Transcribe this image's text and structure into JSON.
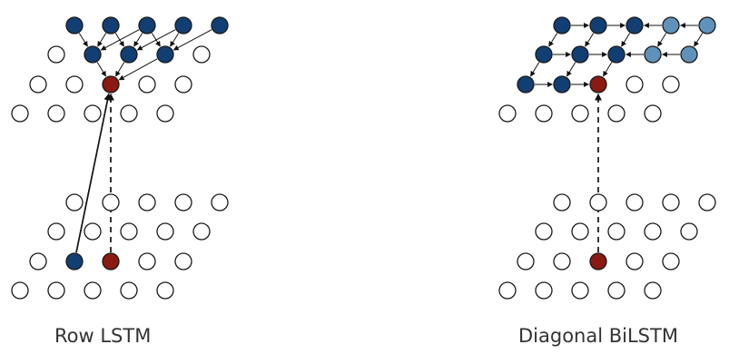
{
  "colors": {
    "background": "#ffffff",
    "node_outline": "#1a1a1a",
    "node_empty": "#ffffff",
    "context_dark_blue": "#123f73",
    "context_light_blue": "#5f92bb",
    "current_red": "#8a1a12",
    "arrow": "#111111",
    "caption_text": "#333333"
  },
  "panels": [
    {
      "id": "row-lstm",
      "caption": "Row LSTM",
      "top_grid": {
        "rows": [
          [
            "dark-blue",
            "dark-blue",
            "dark-blue",
            "dark-blue",
            "dark-blue"
          ],
          [
            "empty",
            "dark-blue",
            "dark-blue",
            "dark-blue",
            "empty"
          ],
          [
            "empty",
            "empty",
            "red",
            "empty",
            "empty"
          ],
          [
            "empty",
            "empty",
            "empty",
            "empty",
            "empty"
          ]
        ]
      },
      "bottom_grid": {
        "rows": [
          [
            "empty",
            "empty",
            "empty",
            "empty",
            "empty"
          ],
          [
            "empty",
            "empty",
            "empty",
            "empty",
            "empty"
          ],
          [
            "empty",
            "dark-blue",
            "red",
            "empty",
            "empty"
          ],
          [
            "empty",
            "empty",
            "empty",
            "empty",
            "empty"
          ]
        ]
      }
    },
    {
      "id": "diagonal-bilstm",
      "caption": "Diagonal BiLSTM",
      "top_grid": {
        "rows": [
          [
            "dark-blue",
            "dark-blue",
            "dark-blue",
            "light-blue",
            "light-blue"
          ],
          [
            "dark-blue",
            "dark-blue",
            "dark-blue",
            "light-blue",
            "light-blue"
          ],
          [
            "dark-blue",
            "dark-blue",
            "red",
            "empty",
            "empty"
          ],
          [
            "empty",
            "empty",
            "empty",
            "empty",
            "empty"
          ]
        ]
      },
      "bottom_grid": {
        "rows": [
          [
            "empty",
            "empty",
            "empty",
            "empty",
            "empty"
          ],
          [
            "empty",
            "empty",
            "empty",
            "empty",
            "empty"
          ],
          [
            "empty",
            "empty",
            "red",
            "empty",
            "empty"
          ],
          [
            "empty",
            "empty",
            "empty",
            "empty",
            "empty"
          ]
        ]
      }
    }
  ]
}
